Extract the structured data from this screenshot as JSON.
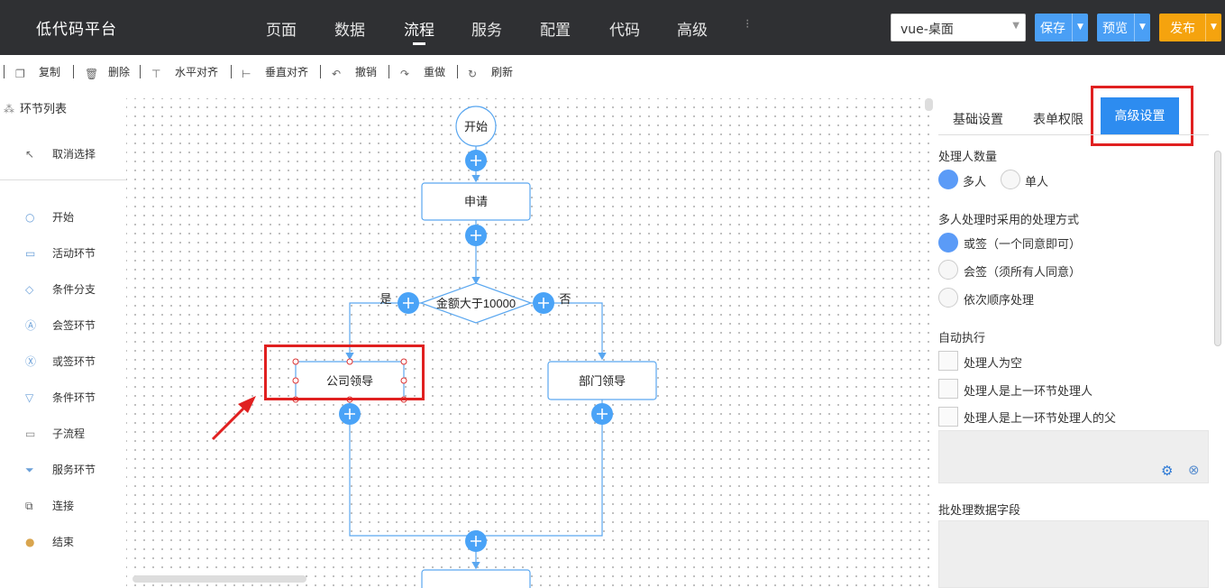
{
  "app": {
    "title": "低代码平台"
  },
  "nav": [
    {
      "label": "页面"
    },
    {
      "label": "数据"
    },
    {
      "label": "流程"
    },
    {
      "label": "服务"
    },
    {
      "label": "配置"
    },
    {
      "label": "代码"
    },
    {
      "label": "高级"
    }
  ],
  "nav_active": "流程",
  "header": {
    "platform_select": "vue-桌面",
    "save": "保存",
    "preview": "预览",
    "publish": "发布"
  },
  "toolbar": {
    "copy": "复制",
    "delete": "删除",
    "align_h": "水平对齐",
    "align_v": "垂直对齐",
    "undo": "撤销",
    "redo": "重做",
    "refresh": "刷新"
  },
  "palette": {
    "title": "环节列表",
    "deselect": "取消选择",
    "items": [
      {
        "label": "开始",
        "icon": "circle-icon"
      },
      {
        "label": "活动环节",
        "icon": "rect-icon"
      },
      {
        "label": "条件分支",
        "icon": "diamond-icon"
      },
      {
        "label": "会签环节",
        "icon": "countersign-icon"
      },
      {
        "label": "或签环节",
        "icon": "orsign-icon"
      },
      {
        "label": "条件环节",
        "icon": "triangle-icon"
      },
      {
        "label": "子流程",
        "icon": "subprocess-icon"
      },
      {
        "label": "服务环节",
        "icon": "service-icon"
      },
      {
        "label": "连接",
        "icon": "connect-icon"
      },
      {
        "label": "结束",
        "icon": "end-circle-icon"
      }
    ]
  },
  "flow": {
    "start": "开始",
    "apply": "申请",
    "condition": "金额大于10000",
    "yes": "是",
    "no": "否",
    "company_leader": "公司领导",
    "dept_leader": "部门领导"
  },
  "panel": {
    "tabs": [
      "基础设置",
      "表单权限",
      "高级设置"
    ],
    "active_tab": "高级设置",
    "handler_count_label": "处理人数量",
    "handler_count_options": [
      "多人",
      "单人"
    ],
    "handler_count_selected": "多人",
    "multi_mode_label": "多人处理时采用的处理方式",
    "multi_mode_options": [
      "或签（一个同意即可）",
      "会签（须所有人同意）",
      "依次顺序处理"
    ],
    "multi_mode_selected": "或签（一个同意即可）",
    "auto_exec_label": "自动执行",
    "auto_exec_options": [
      "处理人为空",
      "处理人是上一环节处理人",
      "处理人是上一环节处理人的父"
    ],
    "batch_field_label": "批处理数据字段"
  },
  "colors": {
    "accent": "#2d8cf0",
    "node_border": "#5aa7f0",
    "annotation": "#e02020",
    "publish": "#f5a30e"
  }
}
